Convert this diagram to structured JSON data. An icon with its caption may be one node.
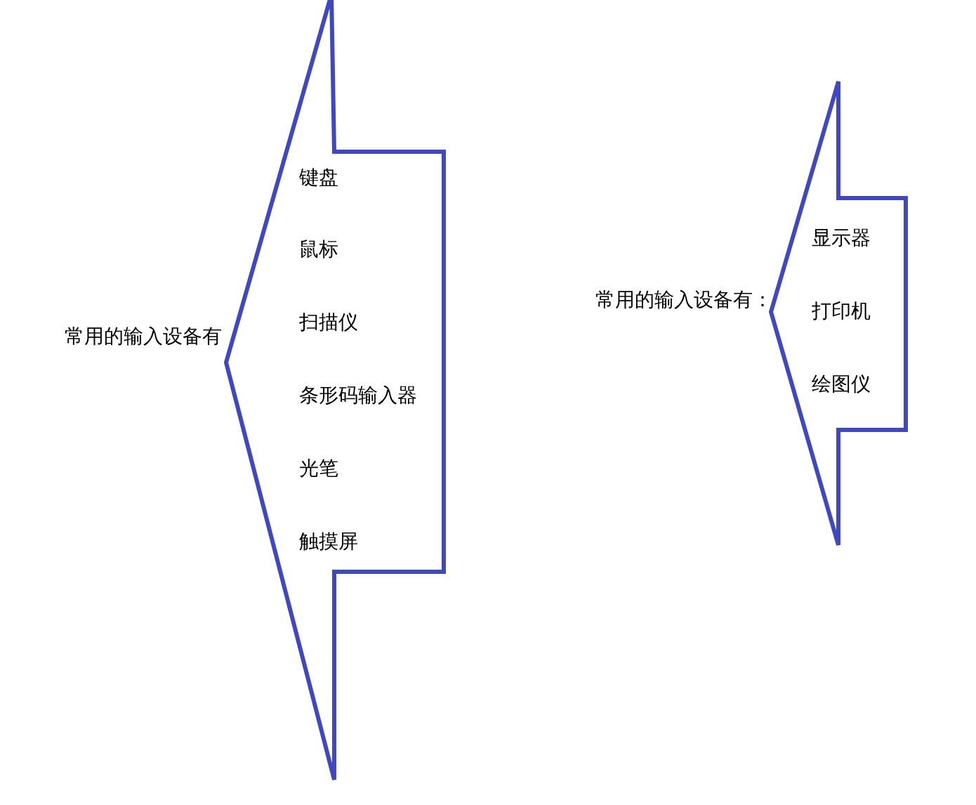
{
  "diagram": {
    "nodes": [
      {
        "text": [
          "常用的输入设备有",
          "键盘",
          "鼠标",
          "扫描仪",
          "条形码输入器",
          "光笔",
          "触摸屏"
        ]
      },
      {
        "text": [
          "常用的输入设备有：",
          "显示器",
          "打印机",
          "绘图仪"
        ]
      }
    ],
    "edges": []
  }
}
